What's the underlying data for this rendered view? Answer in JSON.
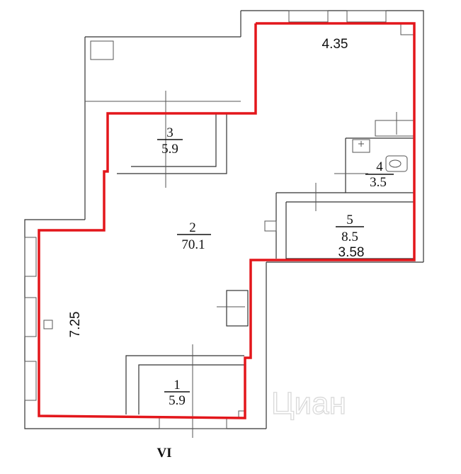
{
  "plan": {
    "rooms": [
      {
        "number": "1",
        "area": "5.9"
      },
      {
        "number": "2",
        "area": "70.1"
      },
      {
        "number": "3",
        "area": "5.9"
      },
      {
        "number": "4",
        "area": "3.5"
      },
      {
        "number": "5",
        "area": "8.5",
        "extra": "3.58"
      }
    ],
    "dimensions": {
      "top": "4.35",
      "left": "7.25"
    },
    "section_label": "VI",
    "watermark": "Циан",
    "colors": {
      "boundary": "#e3161b",
      "walls": "#333333",
      "watermark": "#d9d9d9"
    }
  }
}
